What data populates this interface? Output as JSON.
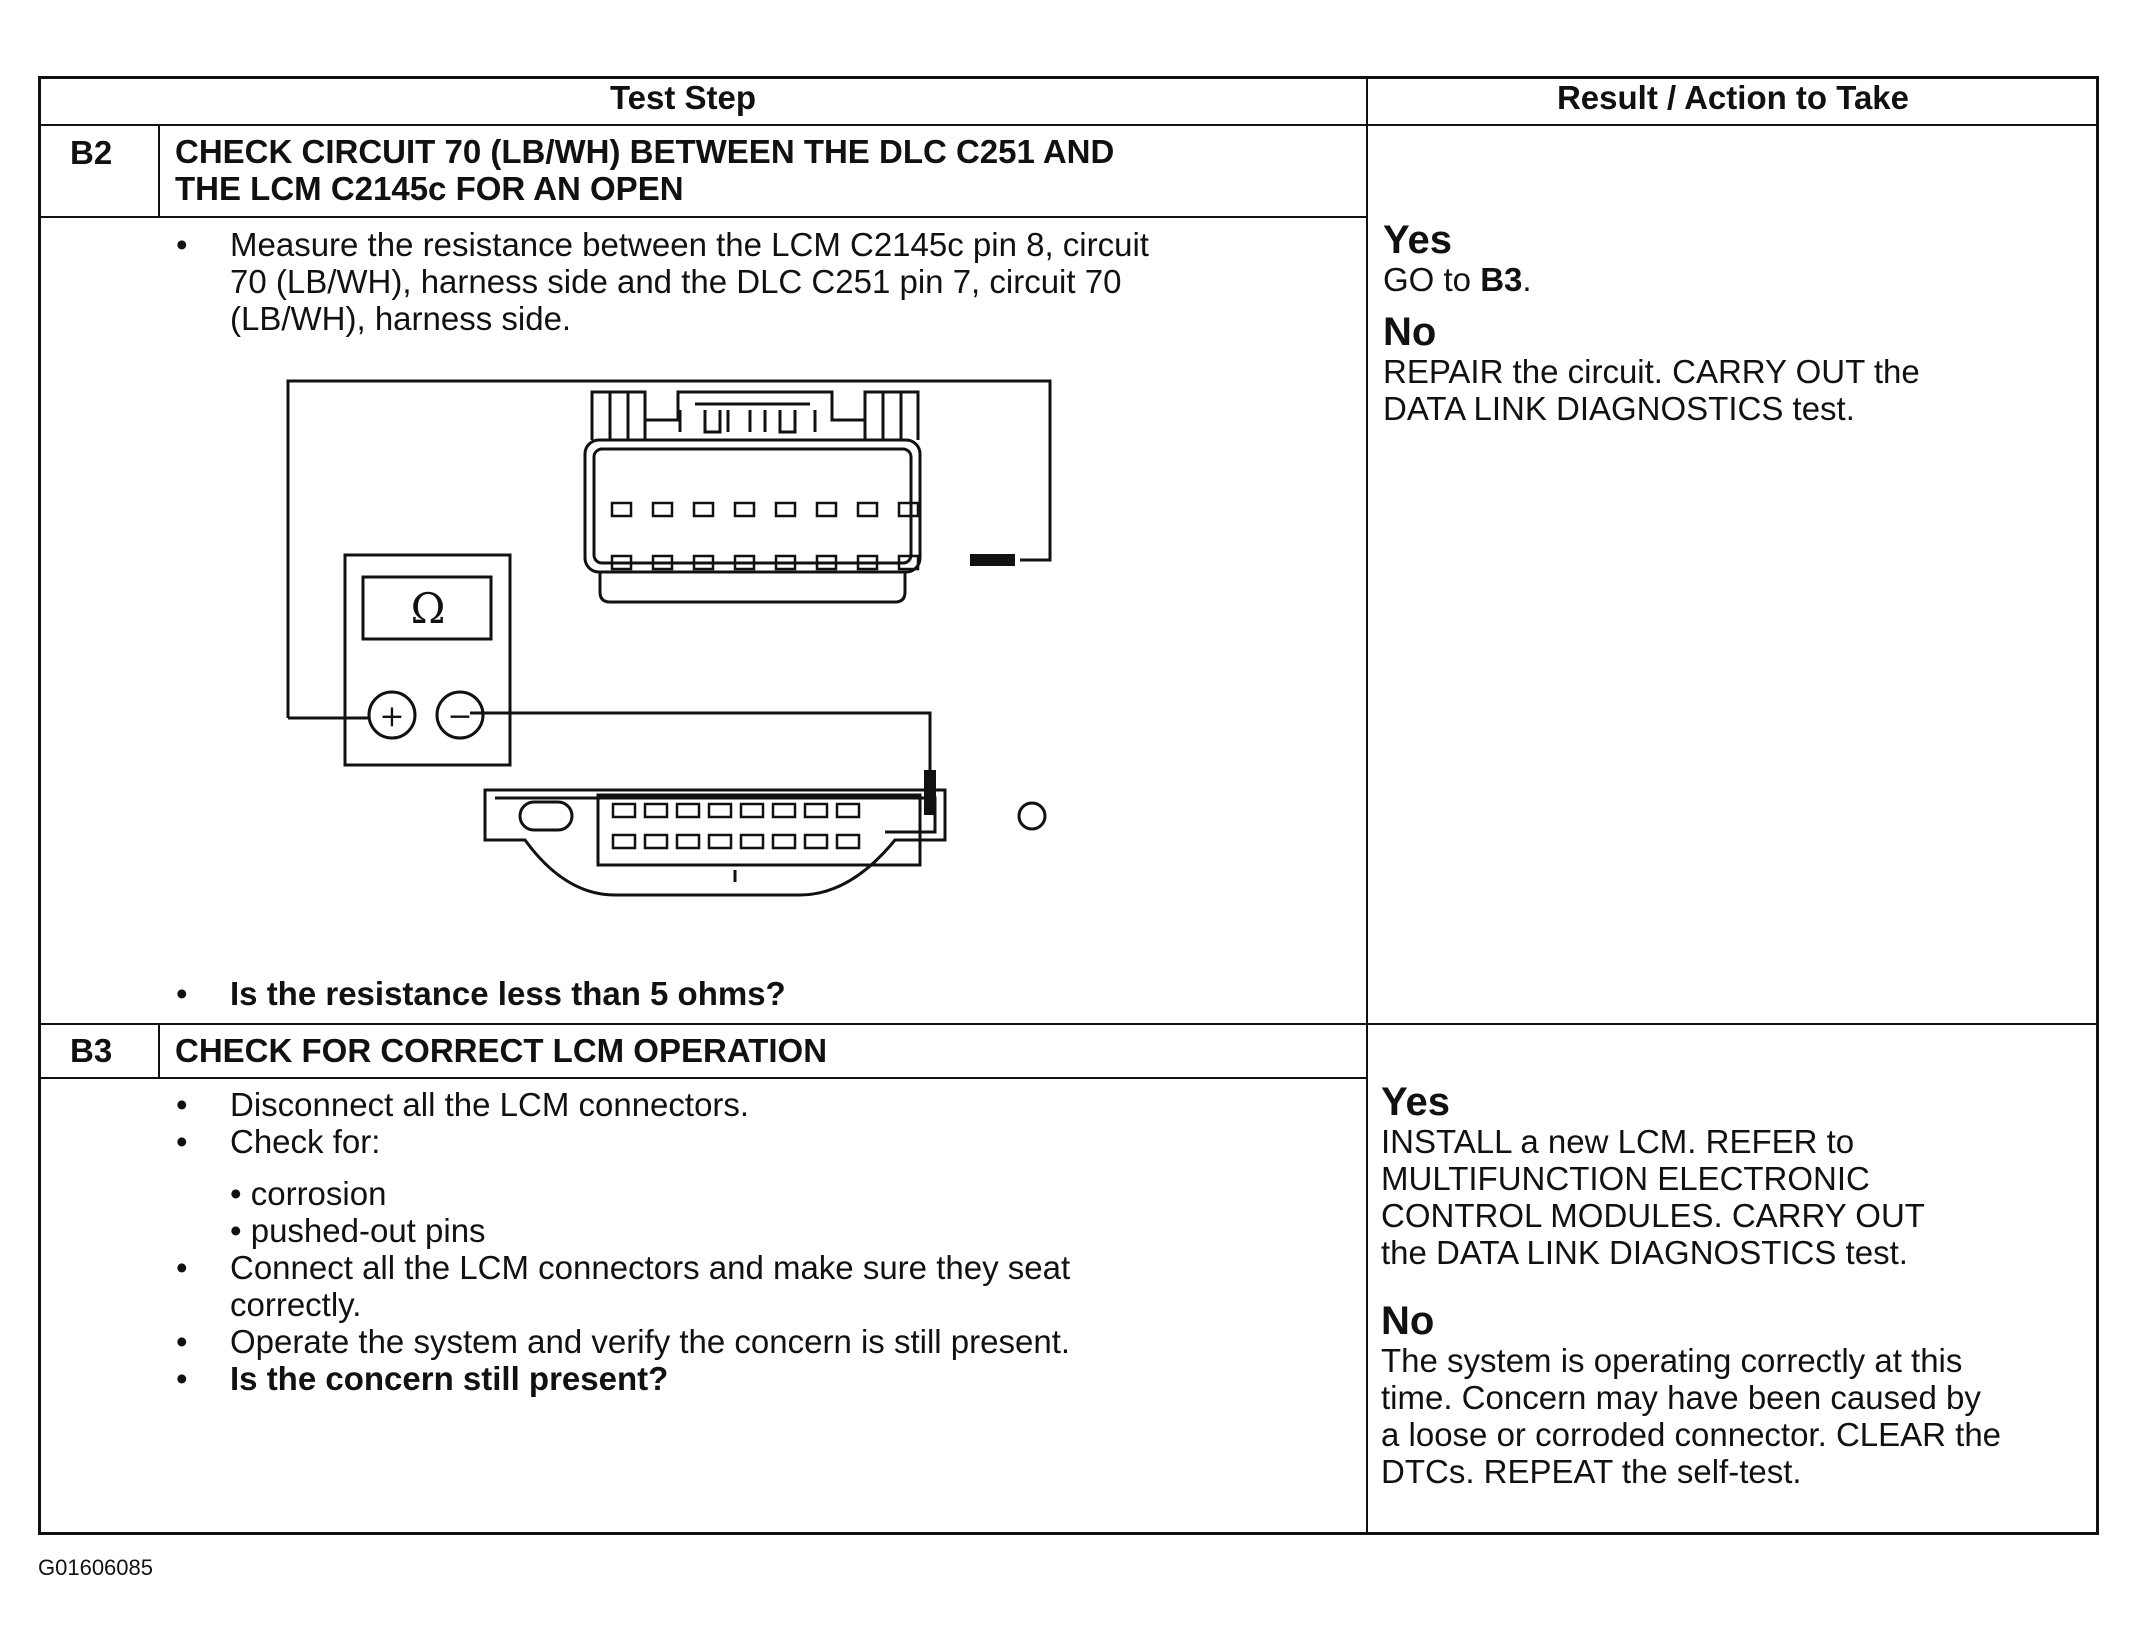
{
  "headers": {
    "test_step": "Test Step",
    "result_action": "Result / Action to Take"
  },
  "steps": [
    {
      "id": "B2",
      "title": [
        "CHECK CIRCUIT 70 (LB/WH) BETWEEN THE DLC C251 AND",
        "THE LCM C2145c FOR AN OPEN"
      ],
      "instruction": [
        "Measure the resistance between the LCM C2145c pin 8, circuit",
        "70 (LB/WH), harness side and the DLC C251 pin 7, circuit 70",
        "(LB/WH), harness side."
      ],
      "question": "Is the resistance less than 5 ohms?",
      "yes_label": "Yes",
      "yes_prefix": "GO to ",
      "yes_target": "B3",
      "yes_suffix": ".",
      "no_label": "No",
      "no_lines": [
        "REPAIR the circuit. CARRY OUT the",
        "DATA LINK DIAGNOSTICS test."
      ]
    },
    {
      "id": "B3",
      "title": [
        "CHECK FOR CORRECT LCM OPERATION"
      ],
      "bullet1": "Disconnect all the LCM connectors.",
      "bullet2": "Check for:",
      "sub1": "• corrosion",
      "sub2": "• pushed-out pins",
      "bullet3": [
        "Connect all the LCM connectors and make sure they seat",
        "correctly."
      ],
      "bullet4": "Operate the system and verify the concern is still present.",
      "question": "Is the concern still present?",
      "yes_label": "Yes",
      "yes_lines": [
        "INSTALL a new LCM. REFER to",
        "MULTIFUNCTION ELECTRONIC",
        "CONTROL MODULES. CARRY OUT",
        "the DATA LINK DIAGNOSTICS test."
      ],
      "no_label": "No",
      "no_lines": [
        "The system is operating correctly at this",
        "time. Concern may have been caused by",
        "a loose or corroded connector. CLEAR the",
        "DTCs. REPEAT the self-test."
      ]
    }
  ],
  "diagram": {
    "meter_symbol": "Ω",
    "plus": "+",
    "minus": "−"
  },
  "footer": {
    "figure_id": "G01606085"
  }
}
